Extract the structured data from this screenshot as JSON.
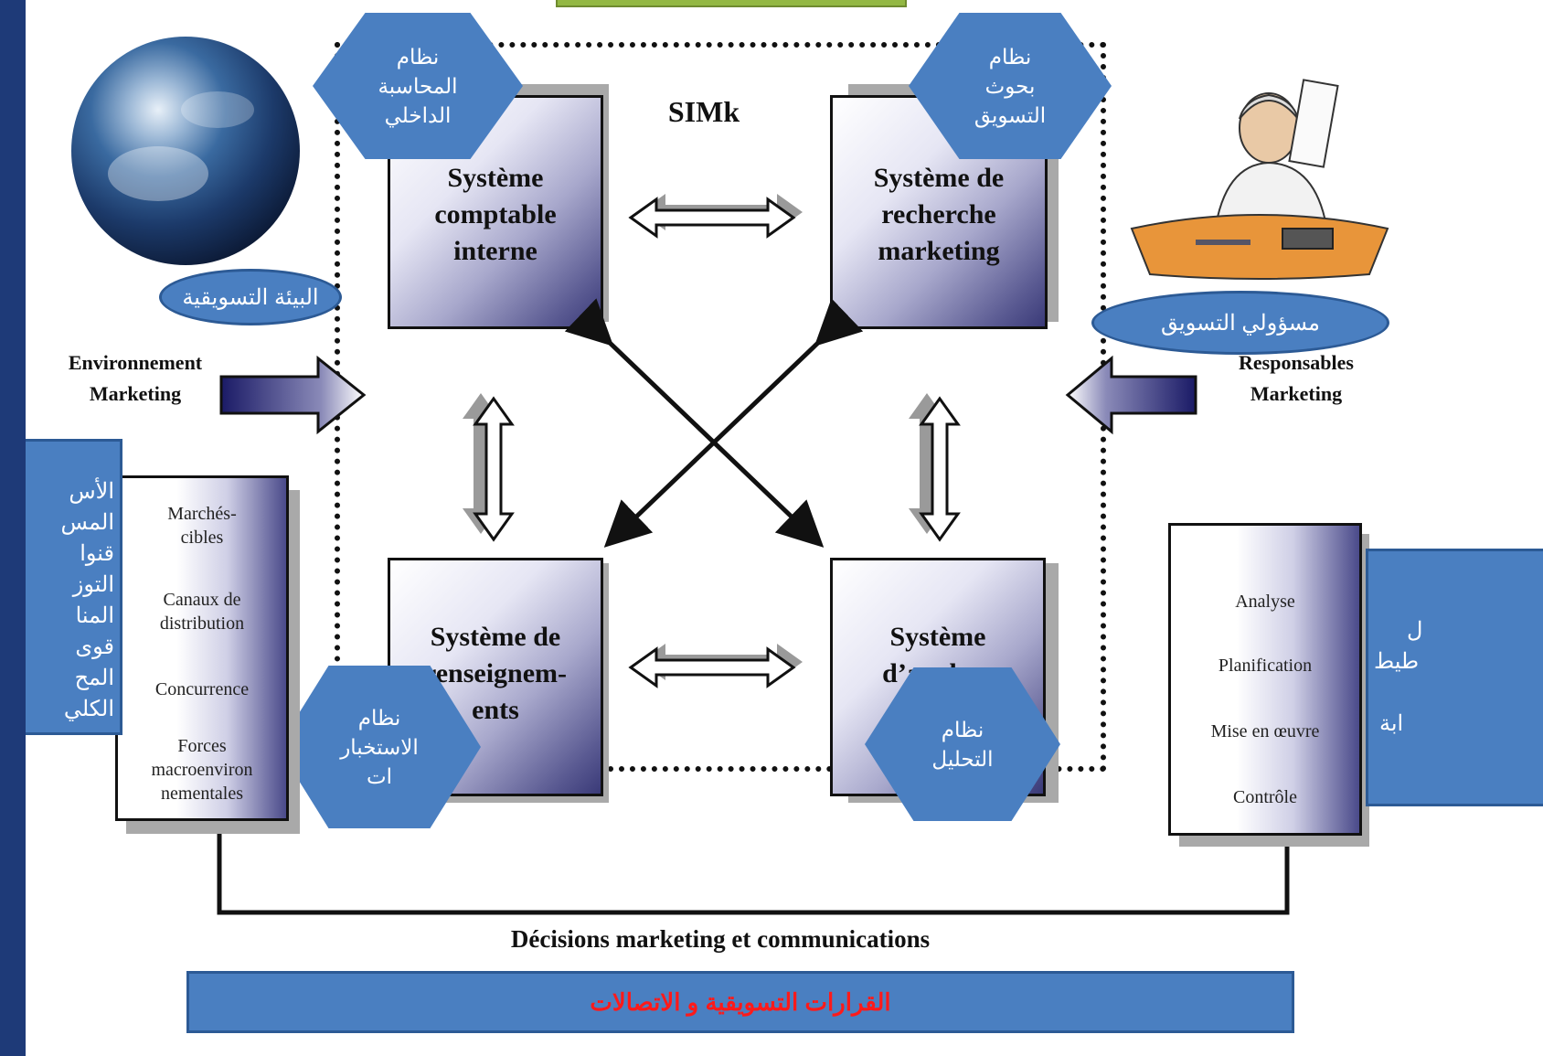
{
  "simk": "SIMk",
  "boxes": {
    "comptable": "Système\ncomptable\ninterne",
    "recherche": "Système de\nrecherche\nmarketing",
    "renseignements": "Système de\nrenseignem-\nents",
    "analyse": "Système\nd’analyse"
  },
  "hexagons": {
    "accounting": "نظام\nالمحاسبة\nالداخلي",
    "research": "نظام\nبحوث\nالتسويق",
    "intelligence": "نظام\nالاستخبار\nات",
    "analysis": "نظام\nالتحليل"
  },
  "ovals": {
    "environment": "البيئة التسويقية",
    "managers": "مسؤولي التسويق"
  },
  "labels": {
    "environment_fr_1": "Environnement",
    "environment_fr_2": "Marketing",
    "responsables_fr_1": "Responsables",
    "responsables_fr_2": "Marketing",
    "decisions_fr": "Décisions marketing et communications"
  },
  "environment_box": {
    "items": [
      "Marchés-\ncibles",
      "Canaux de\ndistribution",
      "Concurrence",
      "Forces\nmacroenviron\nnementales"
    ]
  },
  "management_box": {
    "items": [
      "Analyse",
      "Planification",
      "Mise en œuvre",
      "Contrôle"
    ]
  },
  "left_panel": {
    "items": [
      "الأس",
      "المس",
      "قنوا",
      "التوز",
      "المنا",
      "قوى",
      "المح",
      "الكلي"
    ]
  },
  "right_panel": {
    "items": [
      "ل",
      "طيط",
      "",
      "ابة"
    ]
  },
  "bottom_bar": "القرارات التسويقية و الاتصالات",
  "colors": {
    "slide_background": "#1e3a78",
    "shape_blue": "#4a7fc1",
    "bottom_text": "#ff1a1a"
  }
}
